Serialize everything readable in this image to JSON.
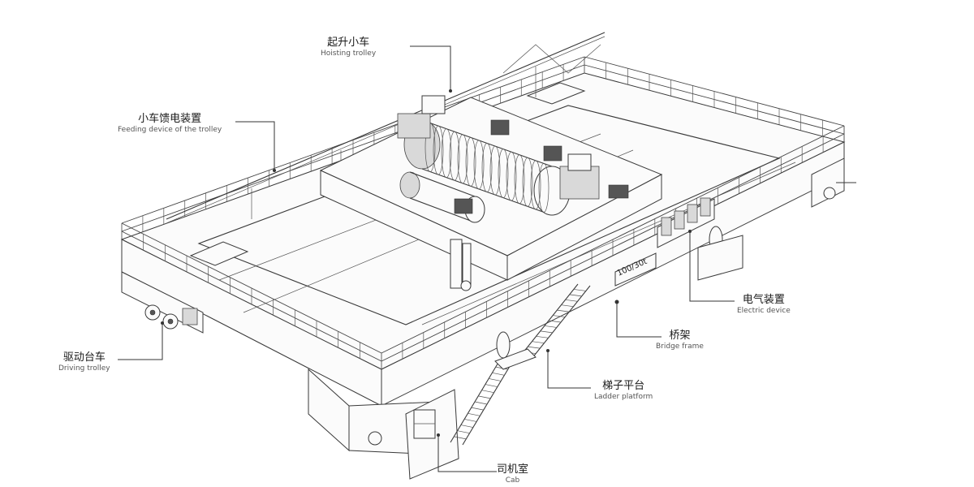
{
  "labels": {
    "hoisting_trolley": {
      "zh": "起升小车",
      "en": "Hoisting trolley"
    },
    "feeding_device": {
      "zh": "小车馈电装置",
      "en": "Feeding device of the trolley"
    },
    "driving_trolley": {
      "zh": "驱动台车",
      "en": "Driving trolley"
    },
    "electric_device": {
      "zh": "电气装置",
      "en": "Electric device"
    },
    "bridge_frame": {
      "zh": "桥架",
      "en": "Bridge frame"
    },
    "ladder_platform": {
      "zh": "梯子平台",
      "en": "Ladder platform"
    },
    "cab": {
      "zh": "司机室",
      "en": "Cab"
    }
  },
  "capacity_plate": "100/30t"
}
